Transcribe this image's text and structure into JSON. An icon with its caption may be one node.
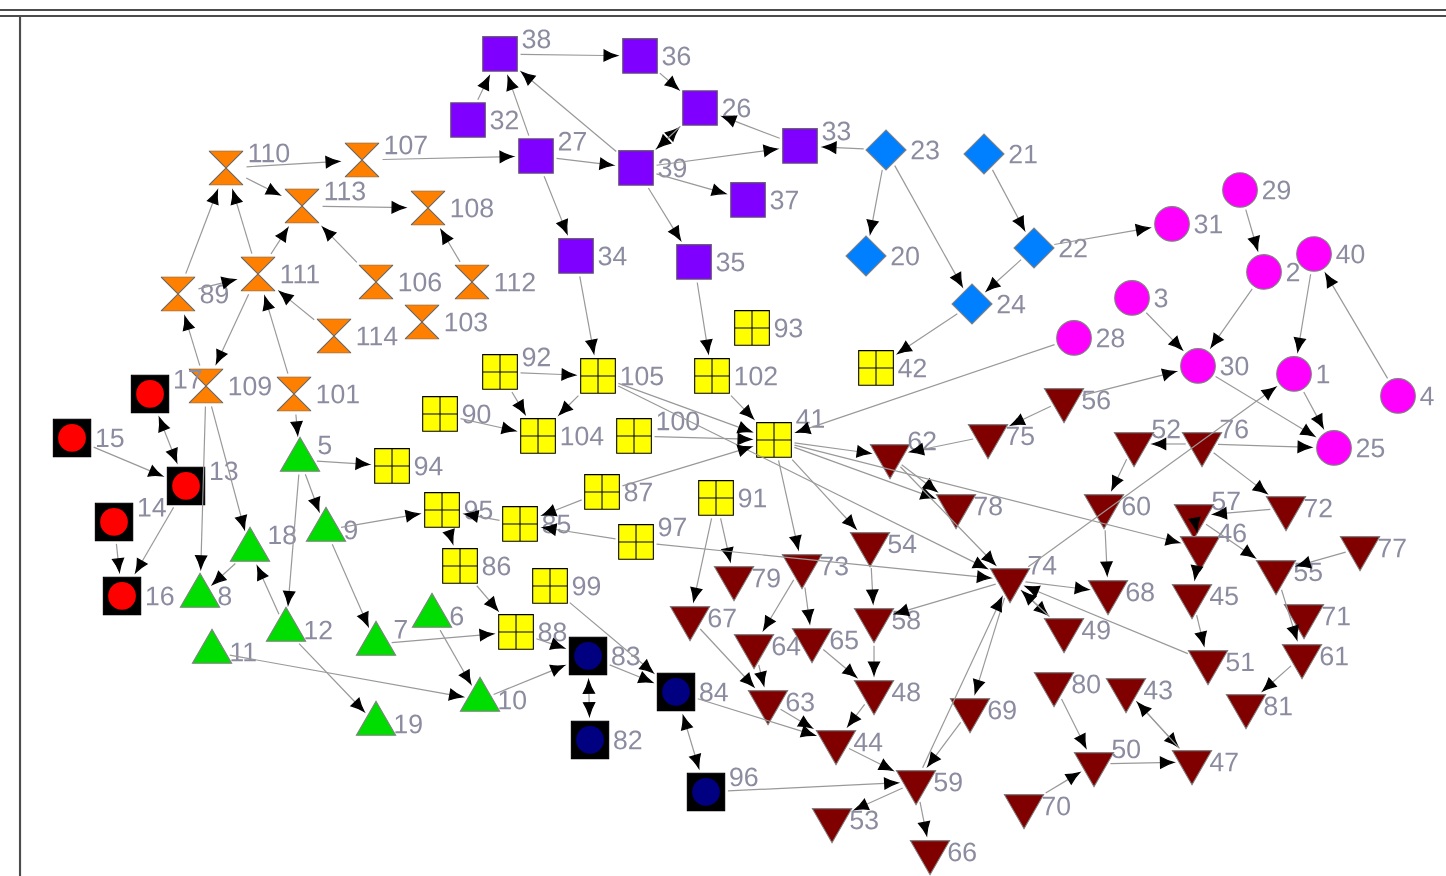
{
  "diagram": {
    "nodes": [
      {
        "text": [],
        "shape": "box",
        "beside": [
          "38"
        ]
      },
      {
        "text": [],
        "shape": "box",
        "beside": [
          "36"
        ]
      },
      {
        "text": [],
        "shape": "box",
        "beside": [
          "26"
        ]
      },
      {
        "text": [],
        "shape": "box",
        "beside": [
          "32"
        ]
      },
      {
        "text": [],
        "shape": "box",
        "beside": [
          "27"
        ]
      },
      {
        "text": [],
        "shape": "box",
        "beside": [
          "39"
        ]
      },
      {
        "text": [],
        "shape": "box",
        "beside": [
          "33"
        ]
      },
      {
        "text": [],
        "shape": "box",
        "beside": [
          "37"
        ]
      },
      {
        "text": [],
        "shape": "box",
        "beside": [
          "34"
        ]
      },
      {
        "text": [],
        "shape": "box",
        "beside": [
          "35"
        ]
      },
      {
        "text": [],
        "shape": "diamond",
        "beside": [
          "23"
        ]
      },
      {
        "text": [],
        "shape": "diamond",
        "beside": [
          "21"
        ]
      },
      {
        "text": [],
        "shape": "diamond",
        "beside": [
          "20"
        ]
      },
      {
        "text": [],
        "shape": "diamond",
        "beside": [
          "22"
        ]
      },
      {
        "text": [],
        "shape": "diamond",
        "beside": [
          "24"
        ]
      },
      {
        "text": [],
        "shape": "circle",
        "beside": [
          "29"
        ]
      },
      {
        "text": [],
        "shape": "circle",
        "beside": [
          "31"
        ]
      },
      {
        "text": [],
        "shape": "circle",
        "beside": [
          "40"
        ]
      },
      {
        "text": [],
        "shape": "circle",
        "beside": [
          "2"
        ]
      },
      {
        "text": [],
        "shape": "circle",
        "beside": [
          "3"
        ]
      },
      {
        "text": [],
        "shape": "circle",
        "beside": [
          "28"
        ]
      },
      {
        "text": [],
        "shape": "circle",
        "beside": [
          "30"
        ]
      },
      {
        "text": [],
        "shape": "circle",
        "beside": [
          "1"
        ]
      },
      {
        "text": [],
        "shape": "circle",
        "beside": [
          "4"
        ]
      },
      {
        "text": [],
        "shape": "circle",
        "beside": [
          "25"
        ]
      },
      {
        "text": [],
        "shape": "hourglass",
        "beside": [
          "110"
        ]
      },
      {
        "text": [],
        "shape": "hourglass",
        "beside": [
          "107"
        ]
      },
      {
        "text": [],
        "shape": "hourglass",
        "beside": [
          "113"
        ]
      },
      {
        "text": [],
        "shape": "hourglass",
        "beside": [
          "108"
        ]
      },
      {
        "text": [],
        "shape": "hourglass",
        "beside": [
          "111"
        ]
      },
      {
        "text": [],
        "shape": "hourglass",
        "beside": [
          "106"
        ]
      },
      {
        "text": [],
        "shape": "hourglass",
        "beside": [
          "112"
        ]
      },
      {
        "text": [],
        "shape": "hourglass",
        "beside": [
          "89"
        ]
      },
      {
        "text": [],
        "shape": "hourglass",
        "beside": [
          "114"
        ]
      },
      {
        "text": [],
        "shape": "hourglass",
        "beside": [
          "103"
        ]
      },
      {
        "text": [],
        "shape": "hourglass",
        "beside": [
          "109"
        ]
      },
      {
        "text": [],
        "shape": "hourglass",
        "beside": [
          "101"
        ]
      },
      {
        "text": [],
        "shape": "box",
        "beside": [
          "17"
        ]
      },
      {
        "text": [],
        "shape": "box",
        "beside": [
          "15"
        ]
      },
      {
        "text": [],
        "shape": "box",
        "beside": [
          "13"
        ]
      },
      {
        "text": [],
        "shape": "box",
        "beside": [
          "14"
        ]
      },
      {
        "text": [],
        "shape": "box",
        "beside": [
          "16"
        ]
      },
      {
        "text": [],
        "shape": "triangle",
        "beside": [
          "5"
        ]
      },
      {
        "text": [],
        "shape": "triangle",
        "beside": [
          "9"
        ]
      },
      {
        "text": [],
        "shape": "triangle",
        "beside": [
          "18"
        ]
      },
      {
        "text": [],
        "shape": "triangle",
        "beside": [
          "8"
        ]
      },
      {
        "text": [],
        "shape": "triangle",
        "beside": [
          "12"
        ]
      },
      {
        "text": [],
        "shape": "triangle",
        "beside": [
          "11"
        ]
      },
      {
        "text": [],
        "shape": "triangle",
        "beside": [
          "7"
        ]
      },
      {
        "text": [],
        "shape": "triangle",
        "beside": [
          "6"
        ]
      },
      {
        "text": [],
        "shape": "triangle",
        "beside": [
          "10"
        ]
      },
      {
        "text": [],
        "shape": "triangle",
        "beside": [
          "19"
        ]
      },
      {
        "text": [],
        "shape": "box",
        "beside": [
          "92"
        ]
      },
      {
        "text": [],
        "shape": "box",
        "beside": [
          "105"
        ]
      },
      {
        "text": [],
        "shape": "box",
        "beside": [
          "102"
        ]
      },
      {
        "text": [],
        "shape": "box",
        "beside": [
          "93"
        ]
      },
      {
        "text": [],
        "shape": "box",
        "beside": [
          "42"
        ]
      },
      {
        "text": [],
        "shape": "box",
        "beside": [
          "90"
        ]
      },
      {
        "text": [],
        "shape": "box",
        "beside": [
          "104"
        ]
      },
      {
        "text": [],
        "shape": "box",
        "beside": [
          "100"
        ]
      },
      {
        "text": [],
        "shape": "box",
        "beside": [
          "41"
        ]
      },
      {
        "text": [],
        "shape": "box",
        "beside": [
          "94"
        ]
      },
      {
        "text": [],
        "shape": "box",
        "beside": [
          "87"
        ]
      },
      {
        "text": [],
        "shape": "box",
        "beside": [
          "91"
        ]
      },
      {
        "text": [],
        "shape": "box",
        "beside": [
          "95"
        ]
      },
      {
        "text": [],
        "shape": "box",
        "beside": [
          "85"
        ]
      },
      {
        "text": [],
        "shape": "box",
        "beside": [
          "97"
        ]
      },
      {
        "text": [],
        "shape": "box",
        "beside": [
          "86"
        ]
      },
      {
        "text": [],
        "shape": "box",
        "beside": [
          "99"
        ]
      },
      {
        "text": [],
        "shape": "box",
        "beside": [
          "88"
        ]
      },
      {
        "text": [],
        "shape": "box",
        "beside": [
          "83"
        ]
      },
      {
        "text": [],
        "shape": "box",
        "beside": [
          "84"
        ]
      },
      {
        "text": [],
        "shape": "box",
        "beside": [
          "82"
        ]
      },
      {
        "text": [],
        "shape": "box",
        "beside": [
          "96"
        ]
      },
      {
        "text": [],
        "shape": "triangle",
        "beside": [
          "62"
        ]
      },
      {
        "text": [],
        "shape": "triangle",
        "beside": [
          "75"
        ]
      },
      {
        "text": [],
        "shape": "triangle",
        "beside": [
          "56"
        ]
      },
      {
        "text": [],
        "shape": "triangle",
        "beside": [
          "52"
        ]
      },
      {
        "text": [],
        "shape": "triangle",
        "beside": [
          "76"
        ]
      },
      {
        "text": [],
        "shape": "triangle",
        "beside": [
          "78"
        ]
      },
      {
        "text": [],
        "shape": "triangle",
        "beside": [
          "60"
        ]
      },
      {
        "text": [],
        "shape": "triangle",
        "beside": [
          "57"
        ]
      },
      {
        "text": [],
        "shape": "triangle",
        "beside": [
          "72"
        ]
      },
      {
        "text": [],
        "shape": "triangle",
        "beside": [
          "46"
        ]
      },
      {
        "text": [],
        "shape": "triangle",
        "beside": [
          "77"
        ]
      },
      {
        "text": [],
        "shape": "triangle",
        "beside": [
          "54"
        ]
      },
      {
        "text": [],
        "shape": "triangle",
        "beside": [
          "73"
        ]
      },
      {
        "text": [],
        "shape": "triangle",
        "beside": [
          "74"
        ]
      },
      {
        "text": [],
        "shape": "triangle",
        "beside": [
          "55"
        ]
      },
      {
        "text": [],
        "shape": "triangle",
        "beside": [
          "79"
        ]
      },
      {
        "text": [],
        "shape": "triangle",
        "beside": [
          "68"
        ]
      },
      {
        "text": [],
        "shape": "triangle",
        "beside": [
          "45"
        ]
      },
      {
        "text": [],
        "shape": "triangle",
        "beside": [
          "71"
        ]
      },
      {
        "text": [],
        "shape": "triangle",
        "beside": [
          "67"
        ]
      },
      {
        "text": [],
        "shape": "triangle",
        "beside": [
          "64"
        ]
      },
      {
        "text": [],
        "shape": "triangle",
        "beside": [
          "65"
        ]
      },
      {
        "text": [],
        "shape": "triangle",
        "beside": [
          "58"
        ]
      },
      {
        "text": [],
        "shape": "triangle",
        "beside": [
          "49"
        ]
      },
      {
        "text": [],
        "shape": "triangle",
        "beside": [
          "51"
        ]
      },
      {
        "text": [],
        "shape": "triangle",
        "beside": [
          "61"
        ]
      },
      {
        "text": [],
        "shape": "triangle",
        "beside": [
          "63"
        ]
      },
      {
        "text": [],
        "shape": "triangle",
        "beside": [
          "48"
        ]
      },
      {
        "text": [],
        "shape": "triangle",
        "beside": [
          "80"
        ]
      },
      {
        "text": [],
        "shape": "triangle",
        "beside": [
          "43"
        ]
      },
      {
        "text": [],
        "shape": "triangle",
        "beside": [
          "81"
        ]
      },
      {
        "text": [],
        "shape": "triangle",
        "beside": [
          "44"
        ]
      },
      {
        "text": [],
        "shape": "triangle",
        "beside": [
          "69"
        ]
      },
      {
        "text": [],
        "shape": "triangle",
        "beside": [
          "50"
        ]
      },
      {
        "text": [],
        "shape": "triangle",
        "beside": [
          "47"
        ]
      },
      {
        "text": [],
        "shape": "triangle",
        "beside": [
          "59"
        ]
      },
      {
        "text": [],
        "shape": "triangle",
        "beside": [
          "70"
        ]
      },
      {
        "text": [],
        "shape": "triangle",
        "beside": [
          "53"
        ]
      },
      {
        "text": [],
        "shape": "triangle",
        "beside": [
          "66"
        ]
      }
    ],
    "edges": [
      {
        "from": 0,
        "to": 1,
        "arrow": "to"
      },
      {
        "from": 3,
        "to": 0,
        "arrow": "to"
      },
      {
        "from": 4,
        "to": 0,
        "arrow": "to"
      },
      {
        "from": 5,
        "to": 0,
        "arrow": "to"
      },
      {
        "from": 1,
        "to": 2,
        "arrow": "to"
      },
      {
        "from": 5,
        "to": 2,
        "arrow": "to"
      },
      {
        "from": 6,
        "to": 2,
        "arrow": "to"
      },
      {
        "from": 4,
        "to": 5,
        "arrow": "to"
      },
      {
        "from": 5,
        "to": 6,
        "arrow": "to"
      },
      {
        "from": 5,
        "to": 7,
        "arrow": "to"
      },
      {
        "from": 4,
        "to": 8,
        "arrow": "to"
      },
      {
        "from": 5,
        "to": 9,
        "arrow": "to"
      },
      {
        "from": 26,
        "to": 4,
        "arrow": "to"
      },
      {
        "from": 25,
        "to": 26,
        "arrow": "to"
      },
      {
        "from": 27,
        "to": 28,
        "arrow": "to"
      },
      {
        "from": 10,
        "to": 6,
        "arrow": "to"
      },
      {
        "from": 2,
        "to": 5,
        "arrow": "to"
      },
      {
        "from": 10,
        "to": 12,
        "arrow": "to"
      },
      {
        "from": 11,
        "to": 13,
        "arrow": "to"
      },
      {
        "from": 13,
        "to": 14,
        "arrow": "to"
      },
      {
        "from": 10,
        "to": 14,
        "arrow": "to"
      },
      {
        "from": 14,
        "to": 56,
        "arrow": "to"
      },
      {
        "from": 15,
        "to": 18,
        "arrow": "to"
      },
      {
        "from": 18,
        "to": 21,
        "arrow": "to"
      },
      {
        "from": 17,
        "to": 22,
        "arrow": "to"
      },
      {
        "from": 23,
        "to": 17,
        "arrow": "to"
      },
      {
        "from": 22,
        "to": 24,
        "arrow": "to"
      },
      {
        "from": 19,
        "to": 21,
        "arrow": "to"
      },
      {
        "from": 76,
        "to": 21,
        "arrow": "to"
      },
      {
        "from": 21,
        "to": 24,
        "arrow": "to"
      },
      {
        "from": 13,
        "to": 16,
        "arrow": "to"
      },
      {
        "from": 25,
        "to": 27,
        "arrow": "to"
      },
      {
        "from": 29,
        "to": 25,
        "arrow": "to"
      },
      {
        "from": 32,
        "to": 29,
        "arrow": "to"
      },
      {
        "from": 29,
        "to": 27,
        "arrow": "to"
      },
      {
        "from": 30,
        "to": 27,
        "arrow": "to"
      },
      {
        "from": 33,
        "to": 29,
        "arrow": "to"
      },
      {
        "from": 35,
        "to": 32,
        "arrow": "to"
      },
      {
        "from": 29,
        "to": 35,
        "arrow": "to"
      },
      {
        "from": 31,
        "to": 28,
        "arrow": "to"
      },
      {
        "from": 36,
        "to": 29,
        "arrow": "to"
      },
      {
        "from": 32,
        "to": 25,
        "arrow": "to"
      },
      {
        "from": 37,
        "to": 39,
        "arrow": "both"
      },
      {
        "from": 38,
        "to": 39,
        "arrow": "to"
      },
      {
        "from": 39,
        "to": 41,
        "arrow": "to"
      },
      {
        "from": 40,
        "to": 41,
        "arrow": "to"
      },
      {
        "from": 35,
        "to": 45,
        "arrow": "to"
      },
      {
        "from": 42,
        "to": 43,
        "arrow": "to"
      },
      {
        "from": 44,
        "to": 45,
        "arrow": "to"
      },
      {
        "from": 46,
        "to": 44,
        "arrow": "to"
      },
      {
        "from": 42,
        "to": 46,
        "arrow": "to"
      },
      {
        "from": 43,
        "to": 48,
        "arrow": "to"
      },
      {
        "from": 49,
        "to": 50,
        "arrow": "to"
      },
      {
        "from": 47,
        "to": 50,
        "arrow": "to"
      },
      {
        "from": 46,
        "to": 51,
        "arrow": "to"
      },
      {
        "from": 36,
        "to": 42,
        "arrow": "to"
      },
      {
        "from": 35,
        "to": 44,
        "arrow": "to"
      },
      {
        "from": 52,
        "to": 58,
        "arrow": "to"
      },
      {
        "from": 53,
        "to": 58,
        "arrow": "to"
      },
      {
        "from": 54,
        "to": 60,
        "arrow": "to"
      },
      {
        "from": 57,
        "to": 58,
        "arrow": "to"
      },
      {
        "from": 64,
        "to": 67,
        "arrow": "to"
      },
      {
        "from": 65,
        "to": 64,
        "arrow": "to"
      },
      {
        "from": 62,
        "to": 65,
        "arrow": "to"
      },
      {
        "from": 66,
        "to": 65,
        "arrow": "to"
      },
      {
        "from": 59,
        "to": 60,
        "arrow": "to"
      },
      {
        "from": 53,
        "to": 60,
        "arrow": "to"
      },
      {
        "from": 52,
        "to": 53,
        "arrow": "to"
      },
      {
        "from": 67,
        "to": 69,
        "arrow": "to"
      },
      {
        "from": 9,
        "to": 54,
        "arrow": "to"
      },
      {
        "from": 8,
        "to": 53,
        "arrow": "to"
      },
      {
        "from": 70,
        "to": 72,
        "arrow": "both"
      },
      {
        "from": 71,
        "to": 73,
        "arrow": "both"
      },
      {
        "from": 69,
        "to": 70,
        "arrow": "to"
      },
      {
        "from": 70,
        "to": 71,
        "arrow": "to"
      },
      {
        "from": 60,
        "to": 74,
        "arrow": "to"
      },
      {
        "from": 60,
        "to": 79,
        "arrow": "to"
      },
      {
        "from": 74,
        "to": 79,
        "arrow": "to"
      },
      {
        "from": 75,
        "to": 74,
        "arrow": "to"
      },
      {
        "from": 76,
        "to": 75,
        "arrow": "to"
      },
      {
        "from": 77,
        "to": 80,
        "arrow": "to"
      },
      {
        "from": 78,
        "to": 77,
        "arrow": "to"
      },
      {
        "from": 80,
        "to": 90,
        "arrow": "to"
      },
      {
        "from": 81,
        "to": 83,
        "arrow": "to"
      },
      {
        "from": 83,
        "to": 91,
        "arrow": "to"
      },
      {
        "from": 91,
        "to": 98,
        "arrow": "to"
      },
      {
        "from": 88,
        "to": 99,
        "arrow": "to"
      },
      {
        "from": 84,
        "to": 88,
        "arrow": "to"
      },
      {
        "from": 86,
        "to": 94,
        "arrow": "to"
      },
      {
        "from": 93,
        "to": 100,
        "arrow": "to"
      },
      {
        "from": 94,
        "to": 100,
        "arrow": "to"
      },
      {
        "from": 95,
        "to": 101,
        "arrow": "to"
      },
      {
        "from": 96,
        "to": 101,
        "arrow": "to"
      },
      {
        "from": 102,
        "to": 107,
        "arrow": "to"
      },
      {
        "from": 103,
        "to": 108,
        "arrow": "to"
      },
      {
        "from": 99,
        "to": 104,
        "arrow": "to"
      },
      {
        "from": 105,
        "to": 109,
        "arrow": "to"
      },
      {
        "from": 106,
        "to": 109,
        "arrow": "to"
      },
      {
        "from": 109,
        "to": 111,
        "arrow": "to"
      },
      {
        "from": 109,
        "to": 112,
        "arrow": "to"
      },
      {
        "from": 110,
        "to": 107,
        "arrow": "to"
      },
      {
        "from": 87,
        "to": 97,
        "arrow": "to"
      },
      {
        "from": 87,
        "to": 96,
        "arrow": "to"
      },
      {
        "from": 87,
        "to": 106,
        "arrow": "to"
      },
      {
        "from": 87,
        "to": 90,
        "arrow": "to"
      },
      {
        "from": 63,
        "to": 89,
        "arrow": "to"
      },
      {
        "from": 63,
        "to": 93,
        "arrow": "to"
      },
      {
        "from": 68,
        "to": 71,
        "arrow": "to"
      },
      {
        "from": 60,
        "to": 85,
        "arrow": "to"
      },
      {
        "from": 85,
        "to": 96,
        "arrow": "to"
      },
      {
        "from": 86,
        "to": 95,
        "arrow": "to"
      },
      {
        "from": 100,
        "to": 105,
        "arrow": "to"
      },
      {
        "from": 101,
        "to": 105,
        "arrow": "to"
      },
      {
        "from": 107,
        "to": 108,
        "arrow": "to"
      },
      {
        "from": 81,
        "to": 88,
        "arrow": "to"
      },
      {
        "from": 82,
        "to": 81,
        "arrow": "to"
      },
      {
        "from": 78,
        "to": 24,
        "arrow": "to"
      },
      {
        "from": 78,
        "to": 82,
        "arrow": "to"
      },
      {
        "from": 87,
        "to": 22,
        "arrow": "to"
      },
      {
        "from": 60,
        "to": 86,
        "arrow": "to"
      },
      {
        "from": 60,
        "to": 83,
        "arrow": "to"
      },
      {
        "from": 53,
        "to": 87,
        "arrow": "to"
      },
      {
        "from": 66,
        "to": 87,
        "arrow": "to"
      },
      {
        "from": 74,
        "to": 87,
        "arrow": "to"
      },
      {
        "from": 109,
        "to": 87,
        "arrow": "to"
      },
      {
        "from": 97,
        "to": 87,
        "arrow": "to"
      },
      {
        "from": 98,
        "to": 87,
        "arrow": "to"
      },
      {
        "from": 62,
        "to": 60,
        "arrow": "to"
      },
      {
        "from": 20,
        "to": 60,
        "arrow": "to"
      },
      {
        "from": 73,
        "to": 109,
        "arrow": "to"
      },
      {
        "from": 71,
        "to": 105,
        "arrow": "to"
      },
      {
        "from": 50,
        "to": 70,
        "arrow": "to"
      },
      {
        "from": 48,
        "to": 69,
        "arrow": "to"
      },
      {
        "from": 43,
        "to": 64,
        "arrow": "to"
      },
      {
        "from": 42,
        "to": 61,
        "arrow": "to"
      },
      {
        "from": 108,
        "to": 103,
        "arrow": "to"
      }
    ]
  }
}
